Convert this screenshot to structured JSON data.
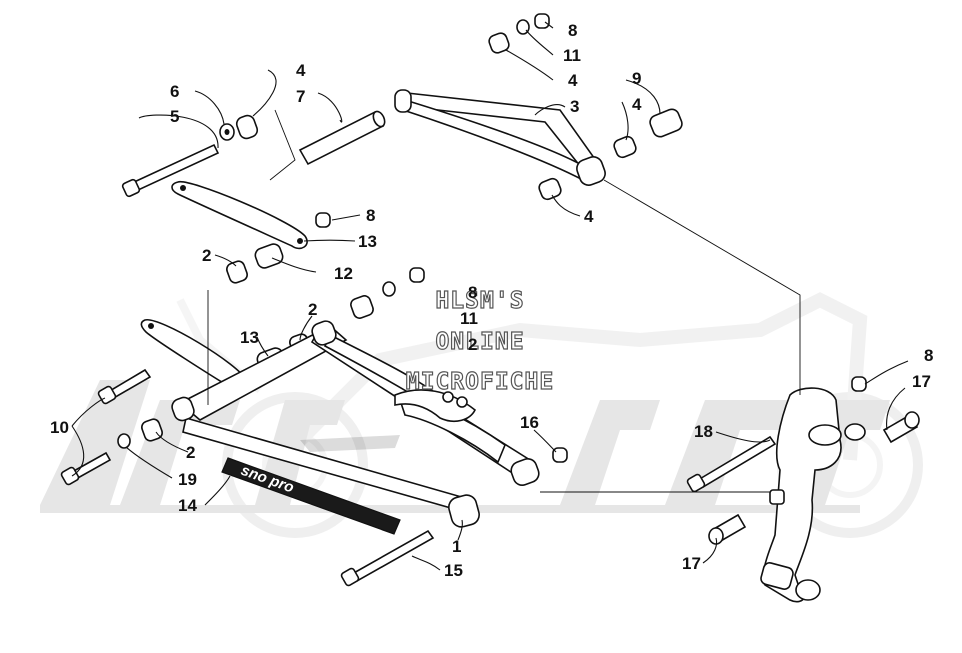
{
  "watermark": {
    "lines": [
      "HLSM'S",
      "ONLINE",
      "MICROFICHE"
    ],
    "background_logo": "arctic-cat-logo",
    "background_image": "motorcycle-silhouette"
  },
  "decal_text": "sno pro",
  "callouts": [
    {
      "id": "c8a",
      "label": "8"
    },
    {
      "id": "c11a",
      "label": "11"
    },
    {
      "id": "c4a",
      "label": "4"
    },
    {
      "id": "c3",
      "label": "3"
    },
    {
      "id": "c9",
      "label": "9"
    },
    {
      "id": "c4b",
      "label": "4"
    },
    {
      "id": "c4c",
      "label": "4"
    },
    {
      "id": "c6",
      "label": "6"
    },
    {
      "id": "c5",
      "label": "5"
    },
    {
      "id": "c4d",
      "label": "4"
    },
    {
      "id": "c7",
      "label": "7"
    },
    {
      "id": "c8b",
      "label": "8"
    },
    {
      "id": "c13a",
      "label": "13"
    },
    {
      "id": "c2a",
      "label": "2"
    },
    {
      "id": "c12",
      "label": "12"
    },
    {
      "id": "c8c",
      "label": "8"
    },
    {
      "id": "c11b",
      "label": "11"
    },
    {
      "id": "c2b",
      "label": "2"
    },
    {
      "id": "c2c",
      "label": "2"
    },
    {
      "id": "c13b",
      "label": "13"
    },
    {
      "id": "c8d",
      "label": "8"
    },
    {
      "id": "c17a",
      "label": "17"
    },
    {
      "id": "c10",
      "label": "10"
    },
    {
      "id": "c16",
      "label": "16"
    },
    {
      "id": "c18",
      "label": "18"
    },
    {
      "id": "c2d",
      "label": "2"
    },
    {
      "id": "c19",
      "label": "19"
    },
    {
      "id": "c14",
      "label": "14"
    },
    {
      "id": "c1",
      "label": "1"
    },
    {
      "id": "c15",
      "label": "15"
    },
    {
      "id": "c17b",
      "label": "17"
    }
  ]
}
